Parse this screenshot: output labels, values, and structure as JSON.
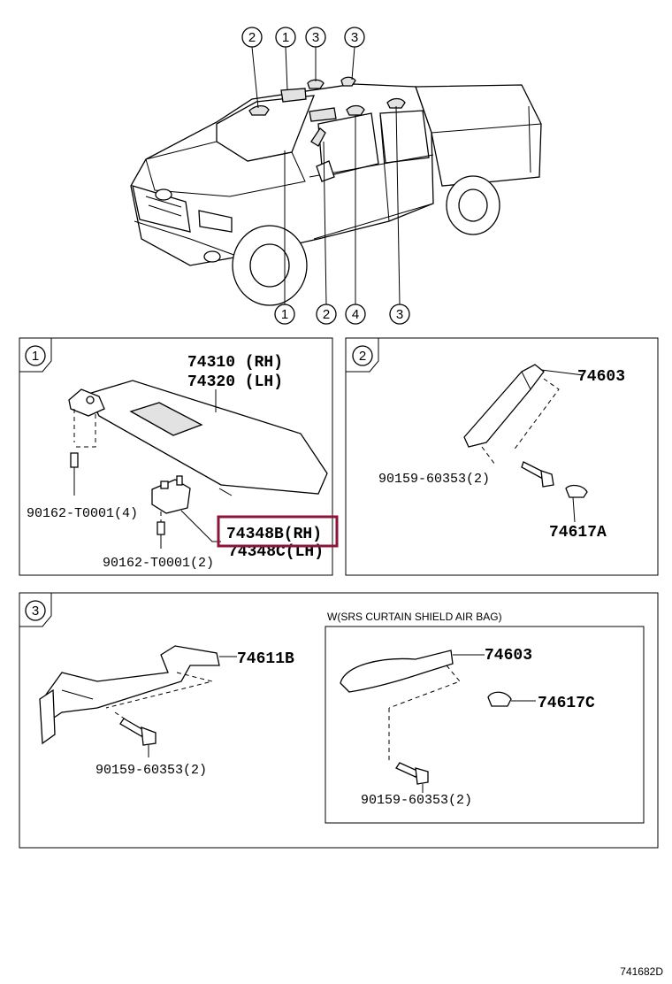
{
  "vehicle_callouts_top": [
    "2",
    "1",
    "3",
    "3"
  ],
  "vehicle_callouts_bottom": [
    "1",
    "2",
    "4",
    "3"
  ],
  "panel1": {
    "number": "1",
    "visor_rh": "74310 (RH)",
    "visor_lh": "74320 (LH)",
    "screw_upper": "90162-T0001(4)",
    "screw_lower": "90162-T0001(2)",
    "holder_rh": "74348B(RH)",
    "holder_lh": "74348C(LH)"
  },
  "panel2": {
    "number": "2",
    "grip": "74603",
    "bolt": "90159-60353(2)",
    "cover": "74617A"
  },
  "panel3": {
    "number": "3",
    "grip": "74611B",
    "bolt": "90159-60353(2)",
    "sub_caption": "W(SRS CURTAIN SHIELD AIR BAG)",
    "sub_grip": "74603",
    "sub_cover": "74617C",
    "sub_bolt": "90159-60353(2)"
  },
  "highlight_color": "#8a1538",
  "figure_id": "741682D"
}
